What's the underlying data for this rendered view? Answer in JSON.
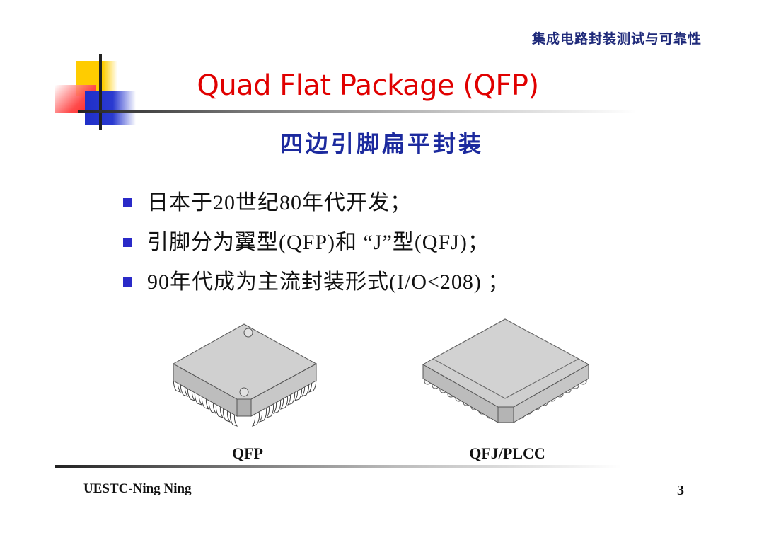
{
  "header": {
    "course_title": "集成电路封装测试与可靠性"
  },
  "slide": {
    "title": "Quad Flat Package (QFP)",
    "subtitle": "四边引脚扁平封装",
    "title_color": "#e00000",
    "subtitle_color": "#1c2a9e",
    "bullet_color": "#2a2ac8",
    "bullets": [
      {
        "text": "日本于20世纪80年代开发；"
      },
      {
        "text": "引脚分为翼型(QFP)和 “J”型(QFJ)；"
      },
      {
        "text": "90年代成为主流封装形式(I/O<208) ；"
      }
    ],
    "figures": [
      {
        "label": "QFP",
        "icon": "qfp-gullwing-package-icon"
      },
      {
        "label": "QFJ/PLCC",
        "icon": "qfj-plcc-package-icon"
      }
    ]
  },
  "footer": {
    "author": "UESTC-Ning Ning",
    "page_number": "3"
  }
}
